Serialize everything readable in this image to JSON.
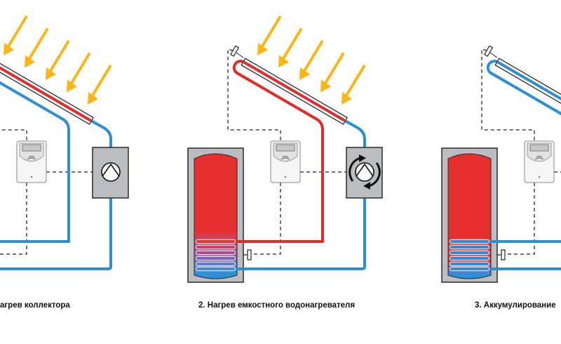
{
  "colors": {
    "hot": "#e32b2b",
    "cold": "#2b8fd6",
    "sun": "#fbb614",
    "housing": "#bcbdc0",
    "outline": "#2a2a2a",
    "dashed": "#444444"
  },
  "panels": [
    {
      "caption": "агрев коллектора",
      "collector_fluid": "hot",
      "pipes": "cold",
      "flow_pipe": "cold",
      "sun": true,
      "pump_running": false,
      "tank_state": "none"
    },
    {
      "caption": "2. Нагрев емкостного водонагревателя",
      "collector_fluid": "hot",
      "pipes": "cold",
      "flow_pipe": "hot",
      "sun": true,
      "pump_running": true,
      "tank_state": "heating"
    },
    {
      "caption": "3. Аккумулирование",
      "collector_fluid": "cold",
      "pipes": "cold",
      "flow_pipe": "cold",
      "sun": false,
      "pump_running": false,
      "tank_state": "storing"
    }
  ],
  "icons": {
    "sun_rays": "arrow-down-left-icon",
    "pump": "circulation-pump-icon",
    "controller": "solar-controller-icon",
    "sensor": "temperature-sensor-icon"
  }
}
